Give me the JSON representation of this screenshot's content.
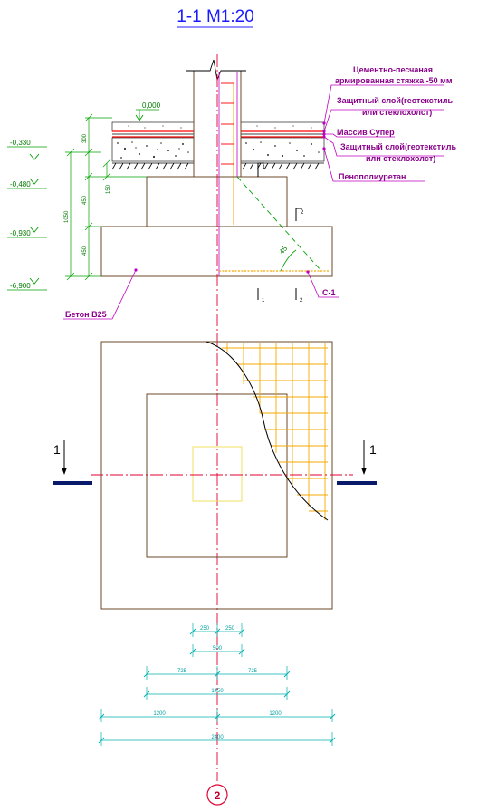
{
  "title": "1-1 М1:20",
  "labels": {
    "layer_screed_1": "Цементно-песчаная",
    "layer_screed_2": "армированная стяжка -50 мм",
    "layer_protect_1a": "Защитный слой(геотекстиль",
    "layer_protect_1b": "или стеклохолст)",
    "layer_massif": "Массив Супер",
    "layer_protect_2a": "Защитный слой(геотекстиль",
    "layer_protect_2b": "или стеклохолст)",
    "layer_foam": "Пенополиуретан",
    "concrete": "Бетон В25",
    "mesh_mark": "С-1"
  },
  "levels": [
    "-0,330",
    "-0,480",
    "-0,930",
    "-6,900"
  ],
  "level_zero": "0,000",
  "dims_vertical": [
    "300",
    "450",
    "450",
    "1050",
    "150"
  ],
  "dims_horizontal": {
    "row1": [
      "250",
      "250"
    ],
    "row2": [
      "500"
    ],
    "row3": [
      "725",
      "725"
    ],
    "row4": [
      "1450"
    ],
    "row5": [
      "1200",
      "1200"
    ],
    "row6": [
      "2400"
    ]
  },
  "angle": "45",
  "section_marks": [
    "1",
    "1"
  ],
  "rebar_marks": [
    "1",
    "2",
    "1",
    "2"
  ],
  "axis_label": "2",
  "colors": {
    "structure": "#6b4a2a",
    "axis": "#e00030",
    "rebar": "#f5a800",
    "leader": "#c000c0",
    "dimension": "#00b0b0",
    "level": "#00a000",
    "title": "#2020ff"
  }
}
